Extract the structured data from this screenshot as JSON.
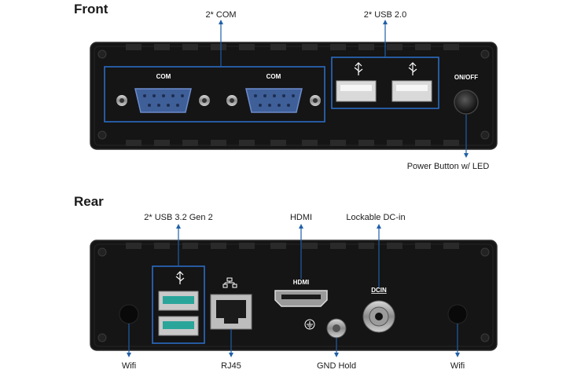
{
  "front": {
    "title": "Front",
    "callouts": {
      "com": "2* COM",
      "usb": "2* USB 2.0",
      "power": "Power Button w/ LED"
    },
    "panel_labels": {
      "com_left": "COM",
      "com_right": "COM",
      "onoff": "ON/OFF"
    }
  },
  "rear": {
    "title": "Rear",
    "callouts": {
      "usb": "2* USB 3.2 Gen 2",
      "hdmi": "HDMI",
      "dcin": "Lockable DC-in",
      "wifi_left": "Wifi",
      "rj45": "RJ45",
      "gnd": "GND Hold",
      "wifi_right": "Wifi"
    },
    "panel_labels": {
      "hdmi": "HDMI",
      "dcin": "DCIN"
    }
  },
  "colors": {
    "chassis": "#151515",
    "chassis_edge": "#2c2c2c",
    "callout_line": "#1f5fa8",
    "highlight_box": "#2b6cc4",
    "db9": "#3f5f98",
    "usb3_teal": "#2aa59a"
  },
  "icons": [
    "usb-icon",
    "network-icon",
    "ground-icon",
    "arrow-icon"
  ]
}
